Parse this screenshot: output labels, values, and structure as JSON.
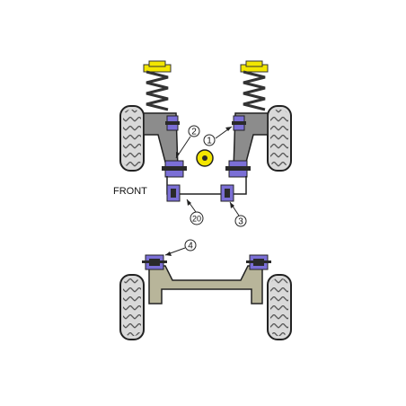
{
  "labels": {
    "front": "FRONT",
    "callout_1": "1",
    "callout_2": "2",
    "callout_3": "3",
    "callout_4": "4",
    "callout_20": "20"
  },
  "colors": {
    "bush_purple": "#7b6fd6",
    "bush_dark": "#2a2a2a",
    "spring_cap_yellow": "#f3e600",
    "tyre_grey": "#d9d9d9",
    "arm_grey": "#8c8c8c",
    "axle_khaki": "#b8b59a"
  }
}
